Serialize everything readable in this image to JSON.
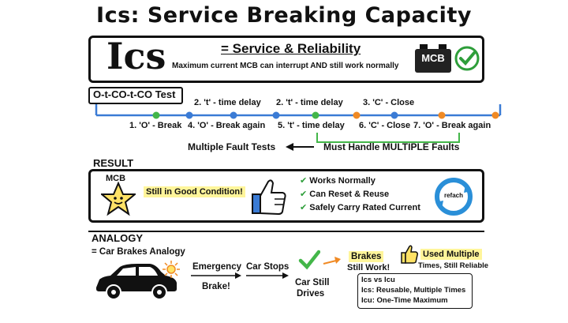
{
  "title": "Ics: Service Breaking Capacity",
  "definition": {
    "term": "Ics",
    "equals_text": "= Service & Reliability",
    "subtitle": "Maximum current MCB can interrupt AND still work normally",
    "mcb_label": "MCB"
  },
  "test": {
    "name": "O-t-CO-t-CO Test",
    "top_steps": [
      "2. 't' - time delay",
      "2. 't' - time delay",
      "3. 'C' - Close"
    ],
    "bottom_steps": [
      "1. 'O' - Break",
      "4. 'O' - Break again",
      "5. 't' - time delay",
      "6. 'C' - Close",
      "7. 'O' - Break again"
    ],
    "multiple_fault_tests": "Multiple Fault Tests",
    "must_handle": "Must Handle MULTIPLE Faults",
    "colors": {
      "line": "#3a7bd5",
      "green": "#43b649",
      "orange": "#f08a24"
    }
  },
  "result": {
    "heading": "RESULT",
    "mcb_label": "MCB",
    "status": "Still in Good Condition!",
    "checks": [
      "Works Normally",
      "Can Reset & Reuse",
      "Safely Carry Rated Current"
    ],
    "cycle_label": "refach"
  },
  "analogy": {
    "heading": "ANALOGY",
    "car_brakes": "= Car Brakes Analogy",
    "emergency": "Emergency",
    "brake": "Brake!",
    "car_stops": "Car Stops",
    "car_still": "Car Still",
    "drives": "Drives",
    "brakes": "Brakes",
    "still_work": "Still Work!",
    "used_multiple": "Used Multiple",
    "times_reliable": "Times, Still Reliable",
    "compare": [
      "Ics vs Icu",
      "Ics: Reusable, Multiple Times",
      "Icu: One-Time Maximum"
    ]
  }
}
